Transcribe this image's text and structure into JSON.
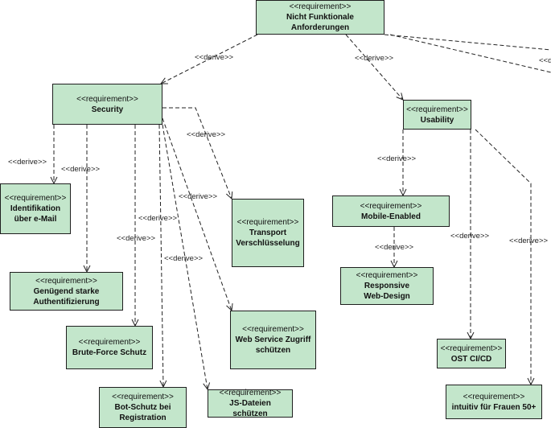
{
  "stereotype": "<<requirement>>",
  "edge_label": "<<derive>>",
  "edge_label_cut": "<<d",
  "colors": {
    "node_fill": "#c3e6cb",
    "line": "#222222"
  },
  "requirements": {
    "nicht_funktional": "Nicht Funktionale Anforderungen",
    "security": "Security",
    "usability": "Usability",
    "identifikation": "Identifikation\nüber e-Mail",
    "authentifizierung": "Genügend starke\nAuthentifizierung",
    "bruteforce": "Brute-Force Schutz",
    "botschutz": "Bot-Schutz bei\nRegistration",
    "transport": "Transport\nVerschlüsselung",
    "webservice": "Web Service Zugriff\nschützen",
    "jsdateien": "JS-Dateien schützen",
    "mobile": "Mobile-Enabled",
    "responsive": "Responsive\nWeb-Design",
    "ost": "OST CI/CD",
    "frauen": "intuitiv für Frauen 50+"
  }
}
